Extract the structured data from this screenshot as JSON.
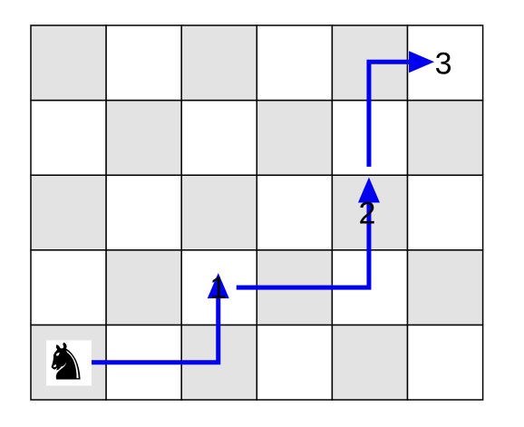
{
  "board": {
    "columns": 6,
    "rows": 5,
    "dark_square_color": "#e3e3e3",
    "light_square_color": "#ffffff",
    "grid_line_color": "#000000"
  },
  "piece": {
    "type": "knight",
    "icon": "black-knight-icon",
    "glyph": "♞",
    "color": "#000000",
    "square": {
      "col": 0,
      "row": 0
    }
  },
  "path": {
    "color": "#0000ee",
    "steps": [
      {
        "label": "1",
        "square": {
          "col": 2,
          "row": 1
        }
      },
      {
        "label": "2",
        "square": {
          "col": 4,
          "row": 2
        }
      },
      {
        "label": "3",
        "square": {
          "col": 5,
          "row": 4
        }
      }
    ]
  }
}
